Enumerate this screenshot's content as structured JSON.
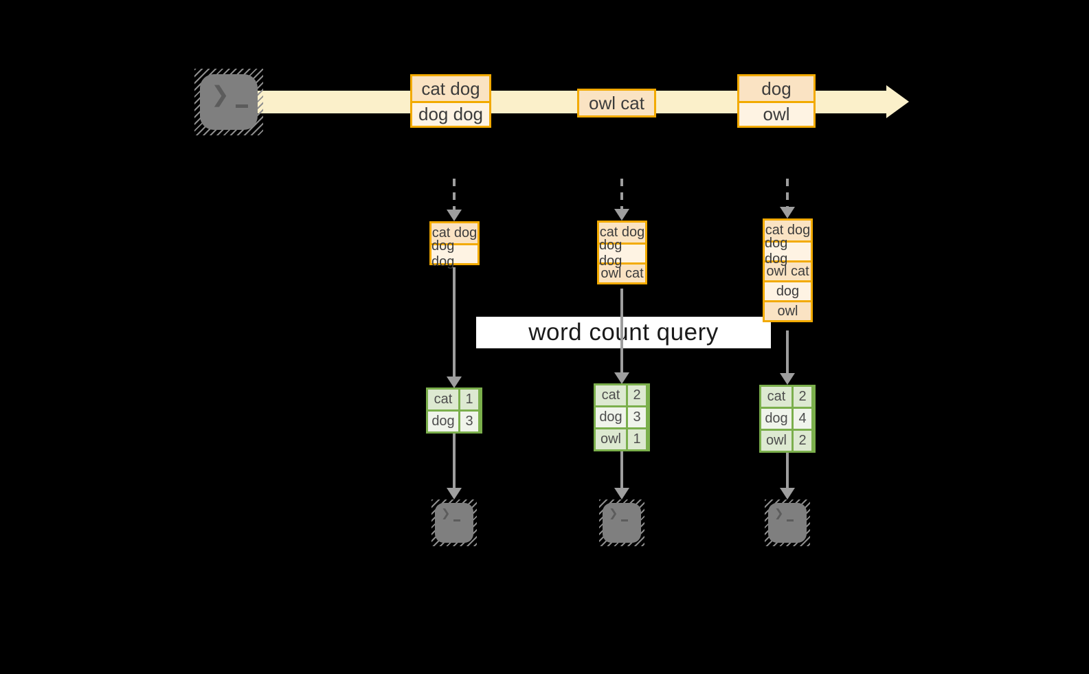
{
  "diagram": {
    "query_label": "word count query",
    "columns": [
      {
        "batch_rows": [
          "cat dog",
          "dog dog"
        ],
        "state_rows": [
          "cat dog",
          "dog dog"
        ],
        "result_rows": [
          {
            "word": "cat",
            "count": "1"
          },
          {
            "word": "dog",
            "count": "3"
          }
        ]
      },
      {
        "batch_rows": [
          "owl cat"
        ],
        "state_rows": [
          "cat dog",
          "dog dog",
          "owl cat"
        ],
        "result_rows": [
          {
            "word": "cat",
            "count": "2"
          },
          {
            "word": "dog",
            "count": "3"
          },
          {
            "word": "owl",
            "count": "1"
          }
        ]
      },
      {
        "batch_rows": [
          "dog",
          "owl"
        ],
        "state_rows": [
          "cat dog",
          "dog dog",
          "owl cat",
          "dog",
          "owl"
        ],
        "result_rows": [
          {
            "word": "cat",
            "count": "2"
          },
          {
            "word": "dog",
            "count": "4"
          },
          {
            "word": "owl",
            "count": "2"
          }
        ]
      }
    ],
    "icons": {
      "source": "terminal-icon",
      "sinks": [
        "terminal-icon",
        "terminal-icon",
        "terminal-icon"
      ]
    },
    "colors": {
      "background": "#000000",
      "band": "#FBF0CA",
      "gold": "#F2AA00",
      "fill_dark": "#FAE3C3",
      "fill_light": "#FEF3E3",
      "green": "#7BAF4C",
      "green_fill_dark": "#DDE9D1",
      "green_fill_light": "#F0F4EB",
      "arrow_gray": "#9E9E9E",
      "terminal_gray": "#7F7F7F",
      "label_bg": "#FFFFFF",
      "text": "#3C3C3C"
    }
  }
}
